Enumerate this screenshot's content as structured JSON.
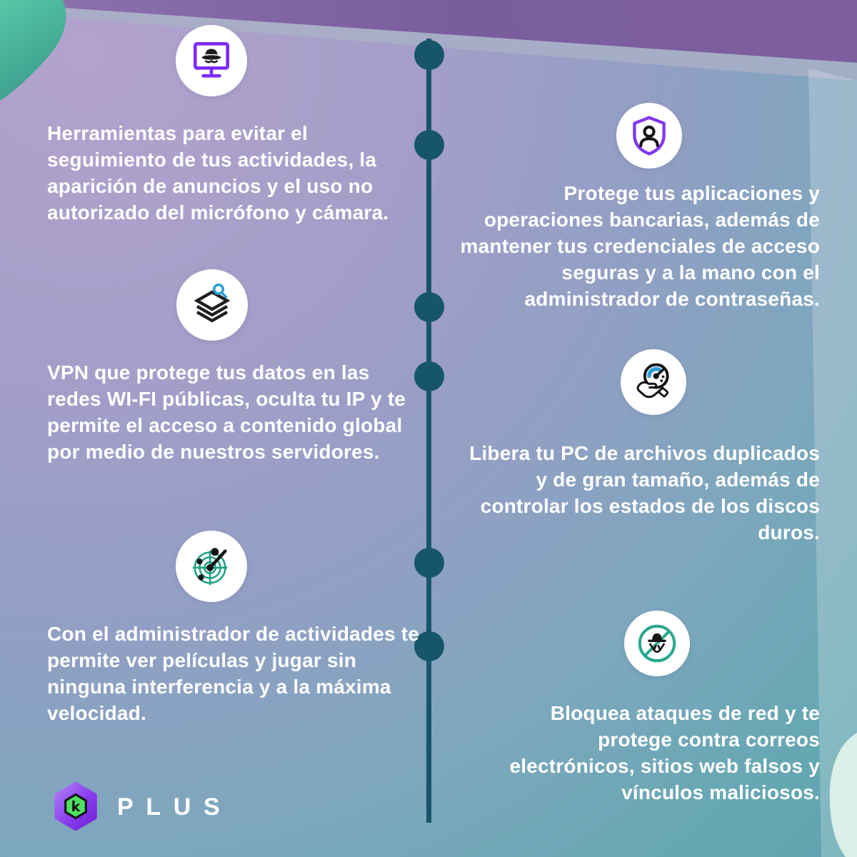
{
  "features_left": [
    {
      "icon": "incognito-monitor",
      "text": "Herramientas para evitar el seguimiento de tus actividades, la aparición de anuncios y el uso no autorizado del micrófono y cámara."
    },
    {
      "icon": "vpn-layers-search",
      "text": "VPN que protege tus datos en las redes WI-FI públicas, oculta tu IP y te permite el acceso a contenido global por medio de nuestros servidores."
    },
    {
      "icon": "activity-radar",
      "text": "Con el administrador de actividades te permite ver películas y jugar sin ninguna interferencia y a la máxima velocidad."
    }
  ],
  "features_right": [
    {
      "icon": "shield-user",
      "text": "Protege tus aplicaciones y operaciones bancarias, además de mantener tus credenciales de acceso seguras y a la mano con el administrador de contraseñas."
    },
    {
      "icon": "hand-speedometer",
      "text": "Libera tu PC de archivos duplicados y de gran tamaño, además de controlar los estados de los discos duros."
    },
    {
      "icon": "blocked-spy",
      "text": "Bloquea ataques de red y te protege contra correos electrónicos, sitios web falsos y vínculos maliciosos."
    }
  ],
  "brand": {
    "logo_letter": "k",
    "product_name": "PLUS"
  },
  "colors": {
    "accent_purple": "#7b2bf9",
    "accent_blue": "#2b9fd6",
    "accent_green": "#2aa88f",
    "timeline": "#17566a",
    "text": "#ffffff",
    "top_band": "#7a5d9d",
    "corner_blob_green": "#4cbc9e",
    "corner_blob_mint": "#d9efe7"
  }
}
